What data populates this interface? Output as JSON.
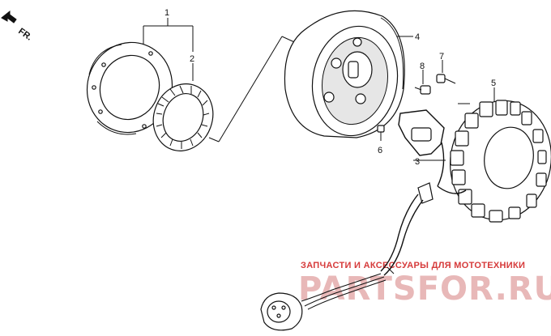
{
  "direction_label": "FR.",
  "callouts": [
    {
      "id": "1",
      "label": "1"
    },
    {
      "id": "2",
      "label": "2"
    },
    {
      "id": "3",
      "label": "3"
    },
    {
      "id": "4",
      "label": "4"
    },
    {
      "id": "5",
      "label": "5"
    },
    {
      "id": "6",
      "label": "6"
    },
    {
      "id": "7",
      "label": "7"
    },
    {
      "id": "8",
      "label": "8"
    }
  ],
  "watermark": {
    "tagline": "ЗАПЧАСТИ И АКСЕССУАРЫ ДЛЯ МОТОТЕХНИКИ",
    "brand": "PARTSFOR.RU"
  },
  "colors": {
    "line": "#111111",
    "watermark_red": "#d63a3a",
    "watermark_pink": "#e8b8b8"
  }
}
